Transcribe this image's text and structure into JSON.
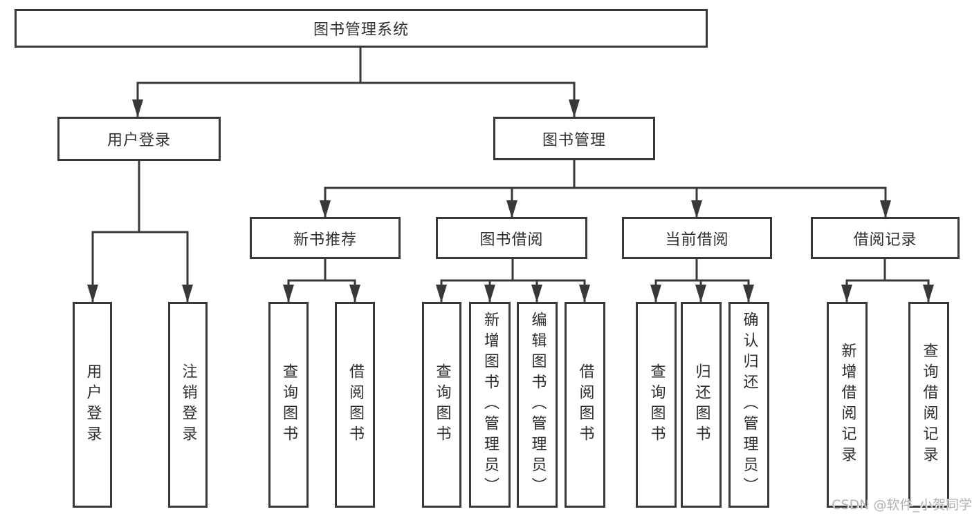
{
  "diagram": {
    "type": "hierarchy-tree",
    "colors": {
      "background": "#ffffff",
      "line": "#383838",
      "box_border": "#383838",
      "box_fill": "#ffffff",
      "text": "#2e2e2e",
      "watermark_text": "#b2b2b2"
    },
    "tree": {
      "label": "图书管理系统",
      "children": [
        {
          "label": "用户登录",
          "children": [
            {
              "label": "用户登录"
            },
            {
              "label": "注销登录"
            }
          ]
        },
        {
          "label": "图书管理",
          "children": [
            {
              "label": "新书推荐",
              "children": [
                {
                  "label": "查询图书"
                },
                {
                  "label": "借阅图书"
                }
              ]
            },
            {
              "label": "图书借阅",
              "children": [
                {
                  "label": "查询图书"
                },
                {
                  "label": "新增图书（管理员）"
                },
                {
                  "label": "编辑图书（管理员）"
                },
                {
                  "label": "借阅图书"
                }
              ]
            },
            {
              "label": "当前借阅",
              "children": [
                {
                  "label": "查询图书"
                },
                {
                  "label": "归还图书"
                },
                {
                  "label": "确认归还（管理员）"
                }
              ]
            },
            {
              "label": "借阅记录",
              "children": [
                {
                  "label": "新增借阅记录"
                },
                {
                  "label": "查询借阅记录"
                }
              ]
            }
          ]
        }
      ]
    }
  },
  "watermark": {
    "text": "CSDN @软件_小贺同学"
  }
}
